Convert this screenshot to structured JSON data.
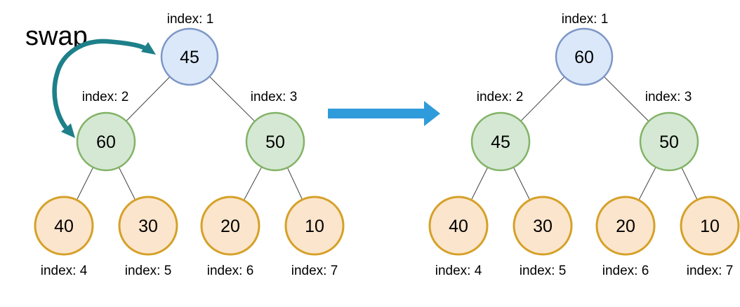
{
  "swap_label": "swap",
  "colors": {
    "blue_fill": "#DBE8FA",
    "blue_stroke": "#7D97C6",
    "green_fill": "#D5E8D4",
    "green_stroke": "#82B366",
    "orange_fill": "#FCE5CD",
    "orange_stroke": "#D5A128",
    "swap_arrow": "#1D808A",
    "transition_arrow": "#2F9BDB"
  },
  "before_tree": {
    "node1": {
      "label": "index: 1",
      "value": "45"
    },
    "node2": {
      "label": "index: 2",
      "value": "60"
    },
    "node3": {
      "label": "index: 3",
      "value": "50"
    },
    "node4": {
      "label": "index: 4",
      "value": "40"
    },
    "node5": {
      "label": "index: 5",
      "value": "30"
    },
    "node6": {
      "label": "index: 6",
      "value": "20"
    },
    "node7": {
      "label": "index: 7",
      "value": "10"
    }
  },
  "after_tree": {
    "node1": {
      "label": "index: 1",
      "value": "60"
    },
    "node2": {
      "label": "index: 2",
      "value": "45"
    },
    "node3": {
      "label": "index: 3",
      "value": "50"
    },
    "node4": {
      "label": "index: 4",
      "value": "40"
    },
    "node5": {
      "label": "index: 5",
      "value": "30"
    },
    "node6": {
      "label": "index: 6",
      "value": "20"
    },
    "node7": {
      "label": "index: 7",
      "value": "10"
    }
  }
}
